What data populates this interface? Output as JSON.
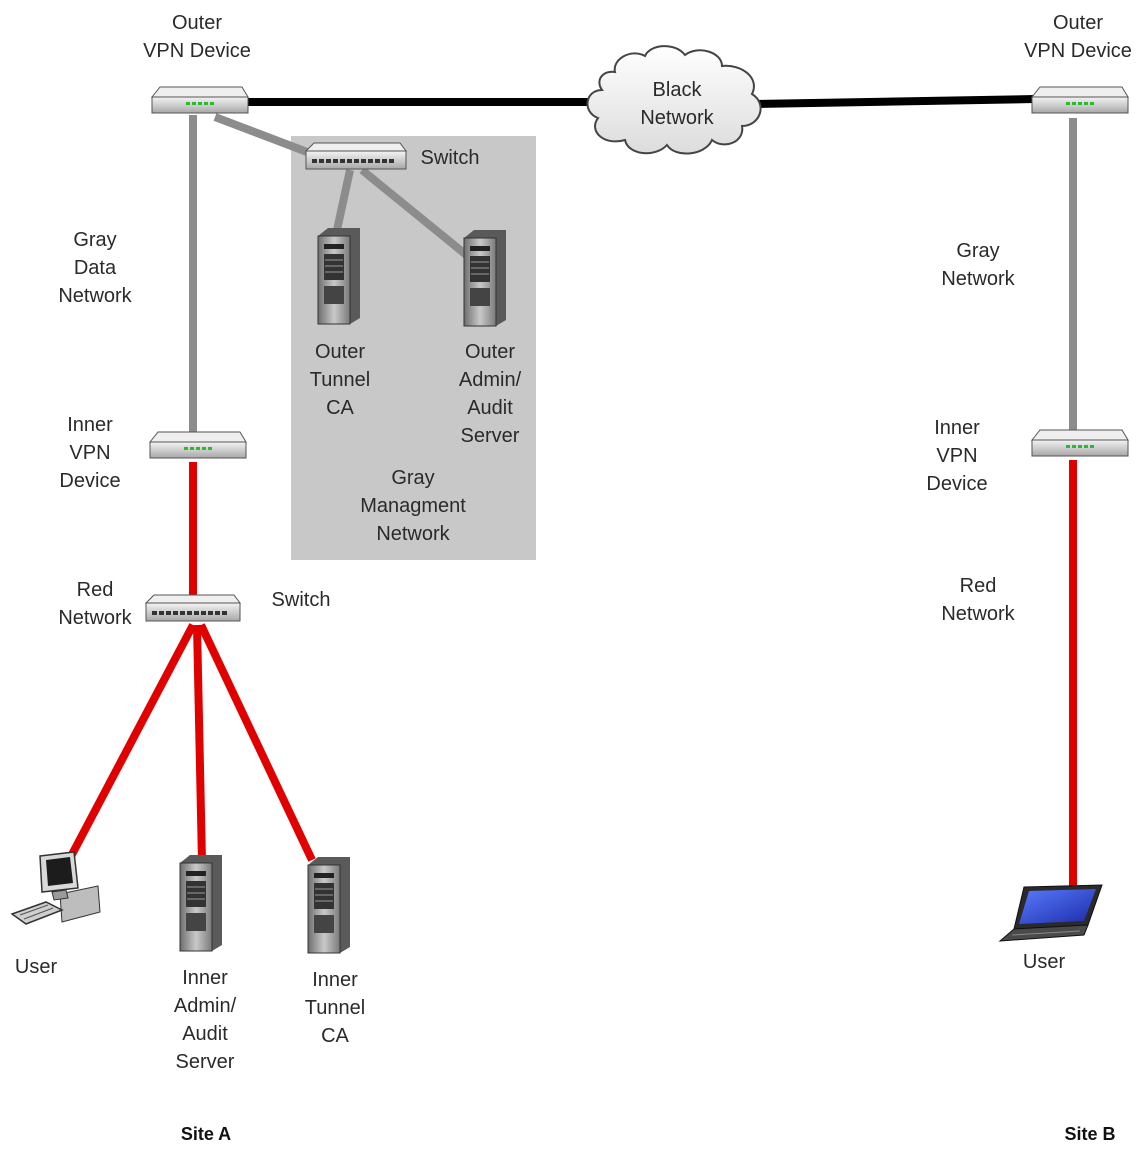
{
  "site_a": {
    "outer_vpn": [
      "Outer",
      "VPN Device"
    ],
    "gray_data_network": [
      "Gray",
      "Data",
      "Network"
    ],
    "inner_vpn": [
      "Inner",
      "VPN",
      "Device"
    ],
    "red_network": [
      "Red",
      "Network"
    ],
    "red_switch": [
      "Switch"
    ],
    "mgmt_switch": [
      "Switch"
    ],
    "outer_tunnel_ca": [
      "Outer",
      "Tunnel",
      "CA"
    ],
    "outer_admin_audit": [
      "Outer",
      "Admin/",
      "Audit",
      "Server"
    ],
    "gray_mgmt_network": [
      "Gray",
      "Managment",
      "Network"
    ],
    "user": [
      "User"
    ],
    "inner_admin_audit": [
      "Inner",
      "Admin/",
      "Audit",
      "Server"
    ],
    "inner_tunnel_ca": [
      "Inner",
      "Tunnel",
      "CA"
    ],
    "site_label": "Site A"
  },
  "black_network": [
    "Black",
    "Network"
  ],
  "site_b": {
    "outer_vpn": [
      "Outer",
      "VPN Device"
    ],
    "gray_network": [
      "Gray",
      "Network"
    ],
    "inner_vpn": [
      "Inner",
      "VPN",
      "Device"
    ],
    "red_network": [
      "Red",
      "Network"
    ],
    "user": [
      "User"
    ],
    "site_label": "Site B"
  },
  "colors": {
    "black_link": "#000000",
    "gray_link": "#8c8c8c",
    "red_link": "#e10000",
    "mgmt_zone": "#c8c8c8"
  }
}
